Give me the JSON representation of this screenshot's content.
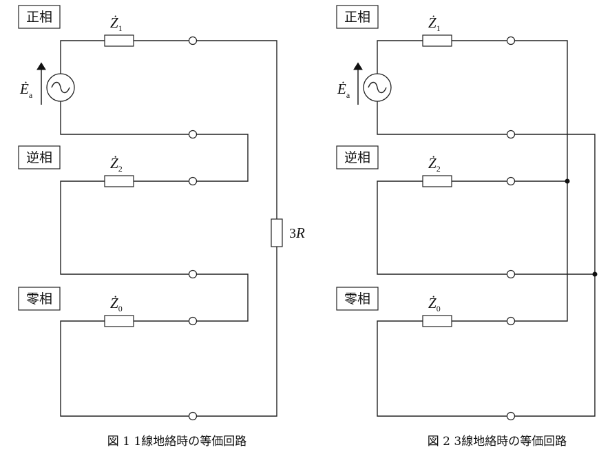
{
  "fig1": {
    "labels": {
      "positive": "正相",
      "negative": "逆相",
      "zero": "零相"
    },
    "z1": {
      "sym": "Ż",
      "sub": "1"
    },
    "z2": {
      "sym": "Ż",
      "sub": "2"
    },
    "z0": {
      "sym": "Ż",
      "sub": "0"
    },
    "source": {
      "sym": "Ė",
      "sub": "a"
    },
    "resistor": {
      "num": "3",
      "sym": "R"
    },
    "caption": "図 1  1線地絡時の等価回路"
  },
  "fig2": {
    "labels": {
      "positive": "正相",
      "negative": "逆相",
      "zero": "零相"
    },
    "z1": {
      "sym": "Ż",
      "sub": "1"
    },
    "z2": {
      "sym": "Ż",
      "sub": "2"
    },
    "z0": {
      "sym": "Ż",
      "sub": "0"
    },
    "source": {
      "sym": "Ė",
      "sub": "a"
    },
    "caption": "図 2  3線地絡時の等価回路"
  },
  "colors": {
    "line": "#222222",
    "background": "#ffffff"
  }
}
